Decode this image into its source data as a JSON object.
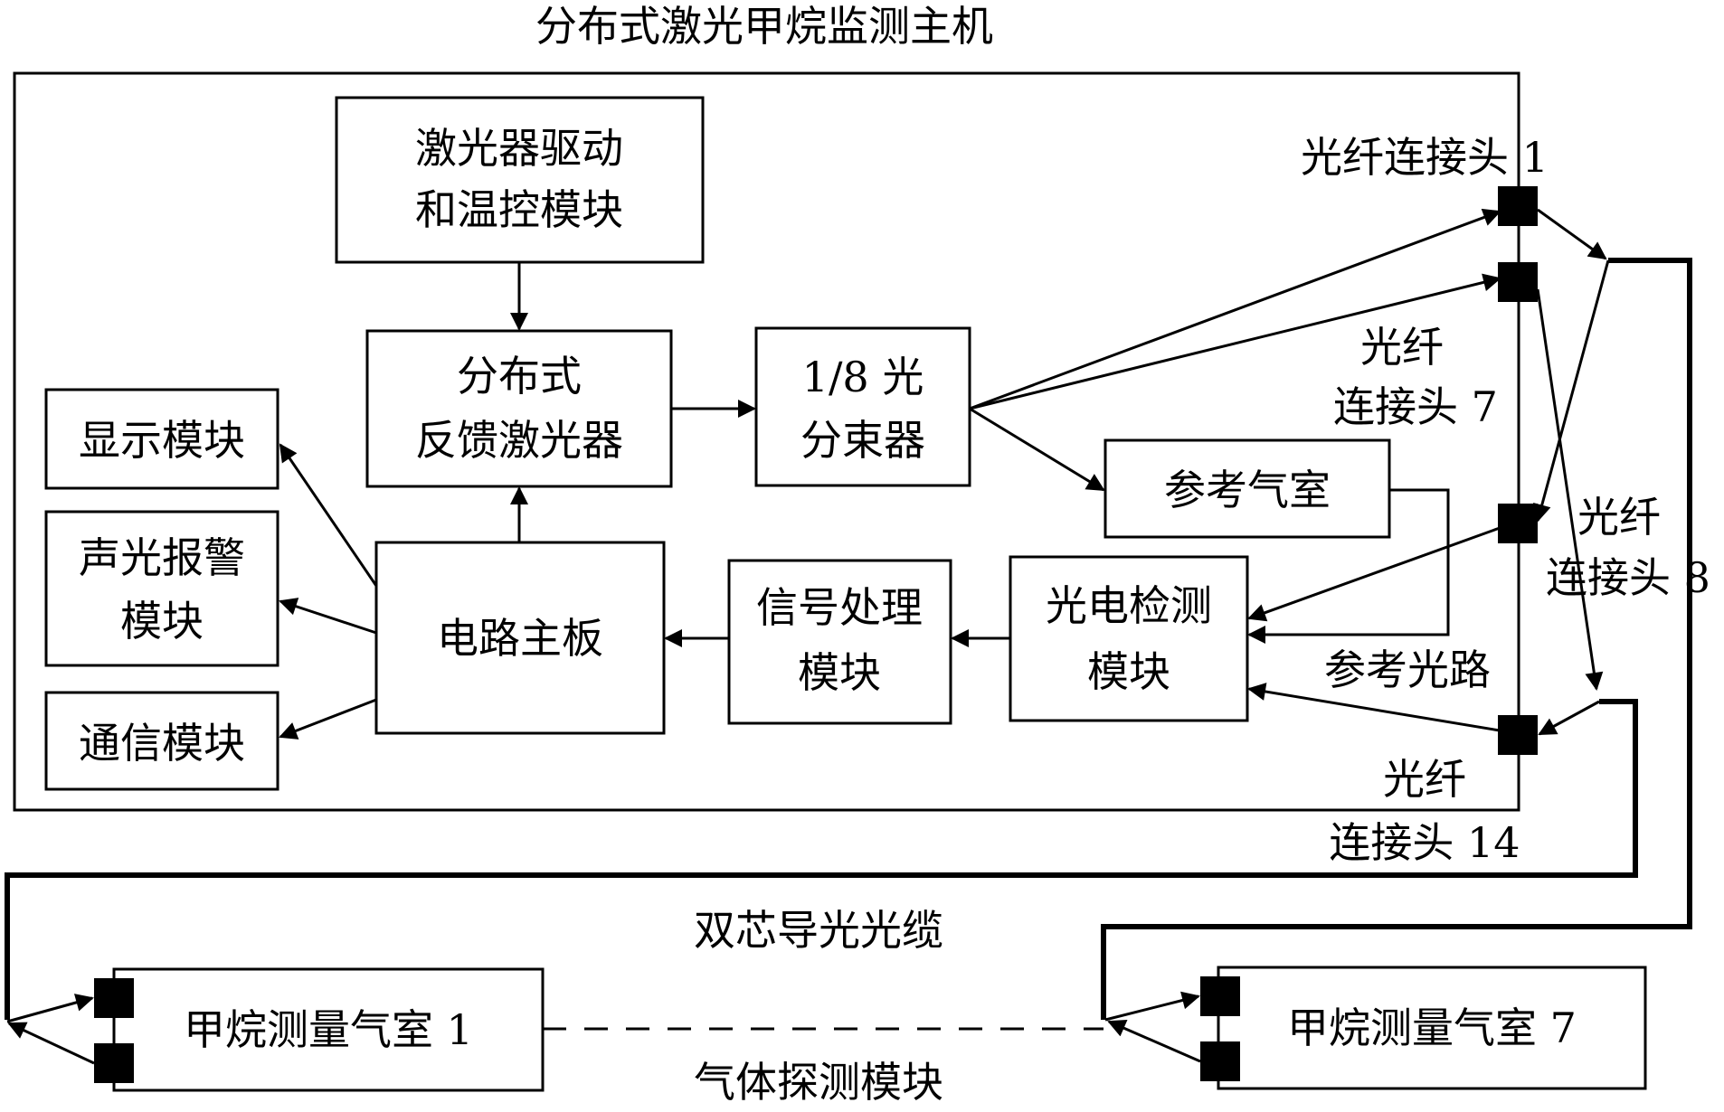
{
  "title": "分布式激光甲烷监测主机",
  "blocks": {
    "laser_driver": [
      "激光器驱动",
      "和温控模块"
    ],
    "dfb_laser": [
      "分布式",
      "反馈激光器"
    ],
    "splitter": [
      "1/8 光",
      "分束器"
    ],
    "ref_cell": "参考气室",
    "display": "显示模块",
    "alarm": [
      "声光报警",
      "模块"
    ],
    "comm": "通信模块",
    "mainboard": "电路主板",
    "signal": [
      "信号处理",
      "模块"
    ],
    "photo": [
      "光电检测",
      "模块"
    ],
    "cell1": "甲烷测量气室 1",
    "cell7": "甲烷测量气室 7"
  },
  "labels": {
    "conn1": "光纤连接头 1",
    "conn7": [
      "光纤",
      "连接头 7"
    ],
    "conn8": [
      "光纤",
      "连接头 8"
    ],
    "conn14": [
      "光纤",
      "连接头 14"
    ],
    "ref_path": "参考光路",
    "cable": "双芯导光光缆",
    "gas_module": "气体探测模块"
  }
}
